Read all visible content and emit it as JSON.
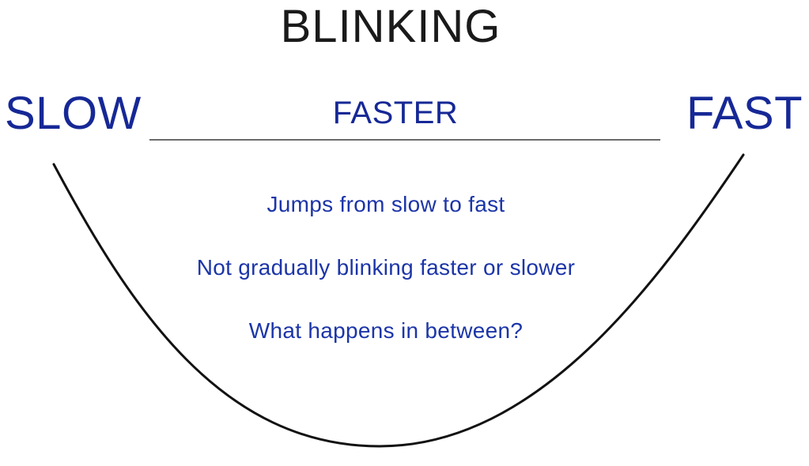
{
  "diagram": {
    "title": "BLINKING",
    "left_label": "SLOW",
    "center_label": "FASTER",
    "right_label": "FAST",
    "notes": [
      "Jumps from slow to fast",
      "Not gradually blinking faster or slower",
      "What happens in between?"
    ],
    "colors": {
      "title_black": "#1a1a1a",
      "label_blue": "#162896",
      "note_blue": "#1c35a8",
      "line_gray": "#6b6b6b",
      "curve_black": "#121212"
    }
  }
}
